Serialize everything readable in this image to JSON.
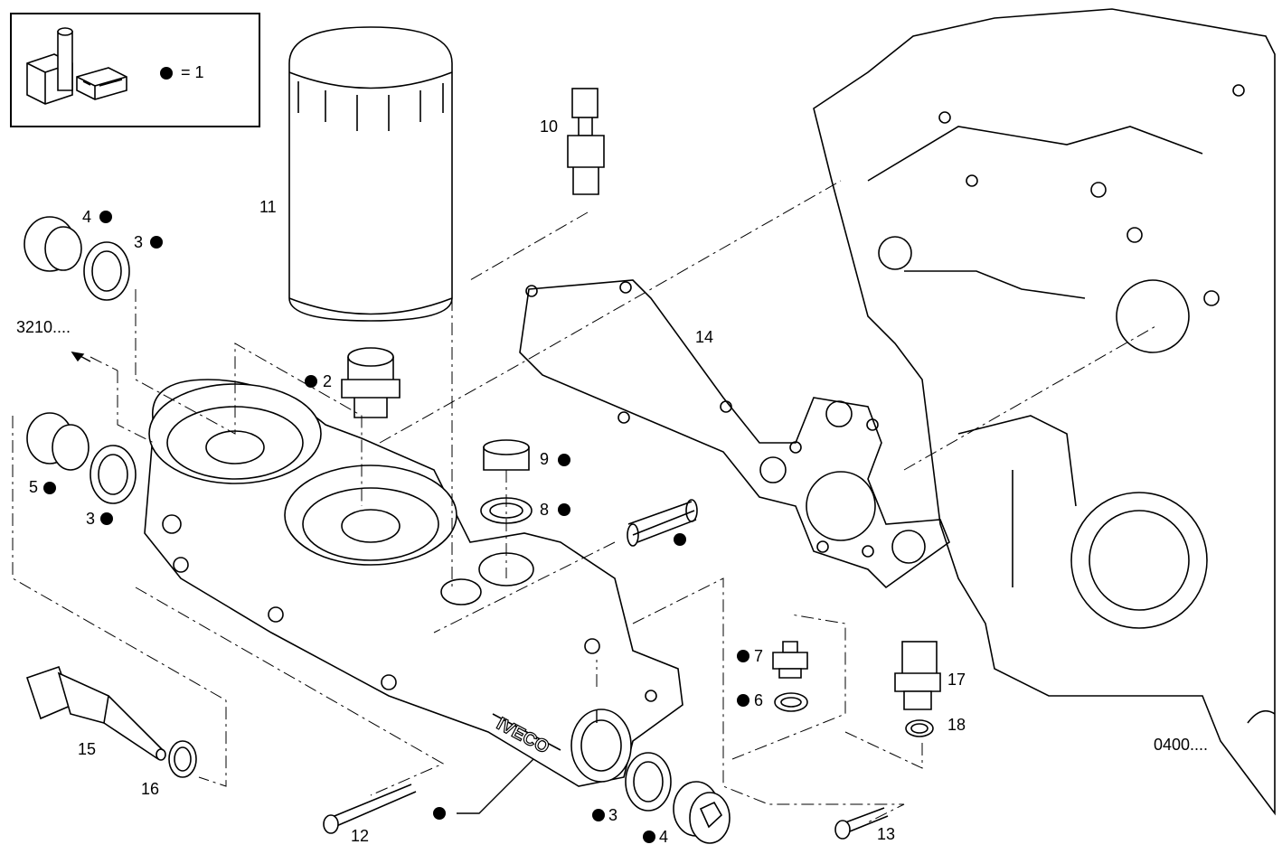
{
  "legend": {
    "text": "= 1"
  },
  "callouts": {
    "c2": "2",
    "c3a": "3",
    "c3b": "3",
    "c3c": "3",
    "c4a": "4",
    "c4b": "4",
    "c5": "5",
    "c6": "6",
    "c7": "7",
    "c8": "8",
    "c9": "9",
    "c10": "10",
    "c11": "11",
    "c12": "12",
    "c13": "13",
    "c14": "14",
    "c15": "15",
    "c16": "16",
    "c17": "17",
    "c18": "18"
  },
  "references": {
    "ref_top_left": "3210....",
    "ref_bottom_right": "0400...."
  },
  "housing_brand": "IVECO"
}
